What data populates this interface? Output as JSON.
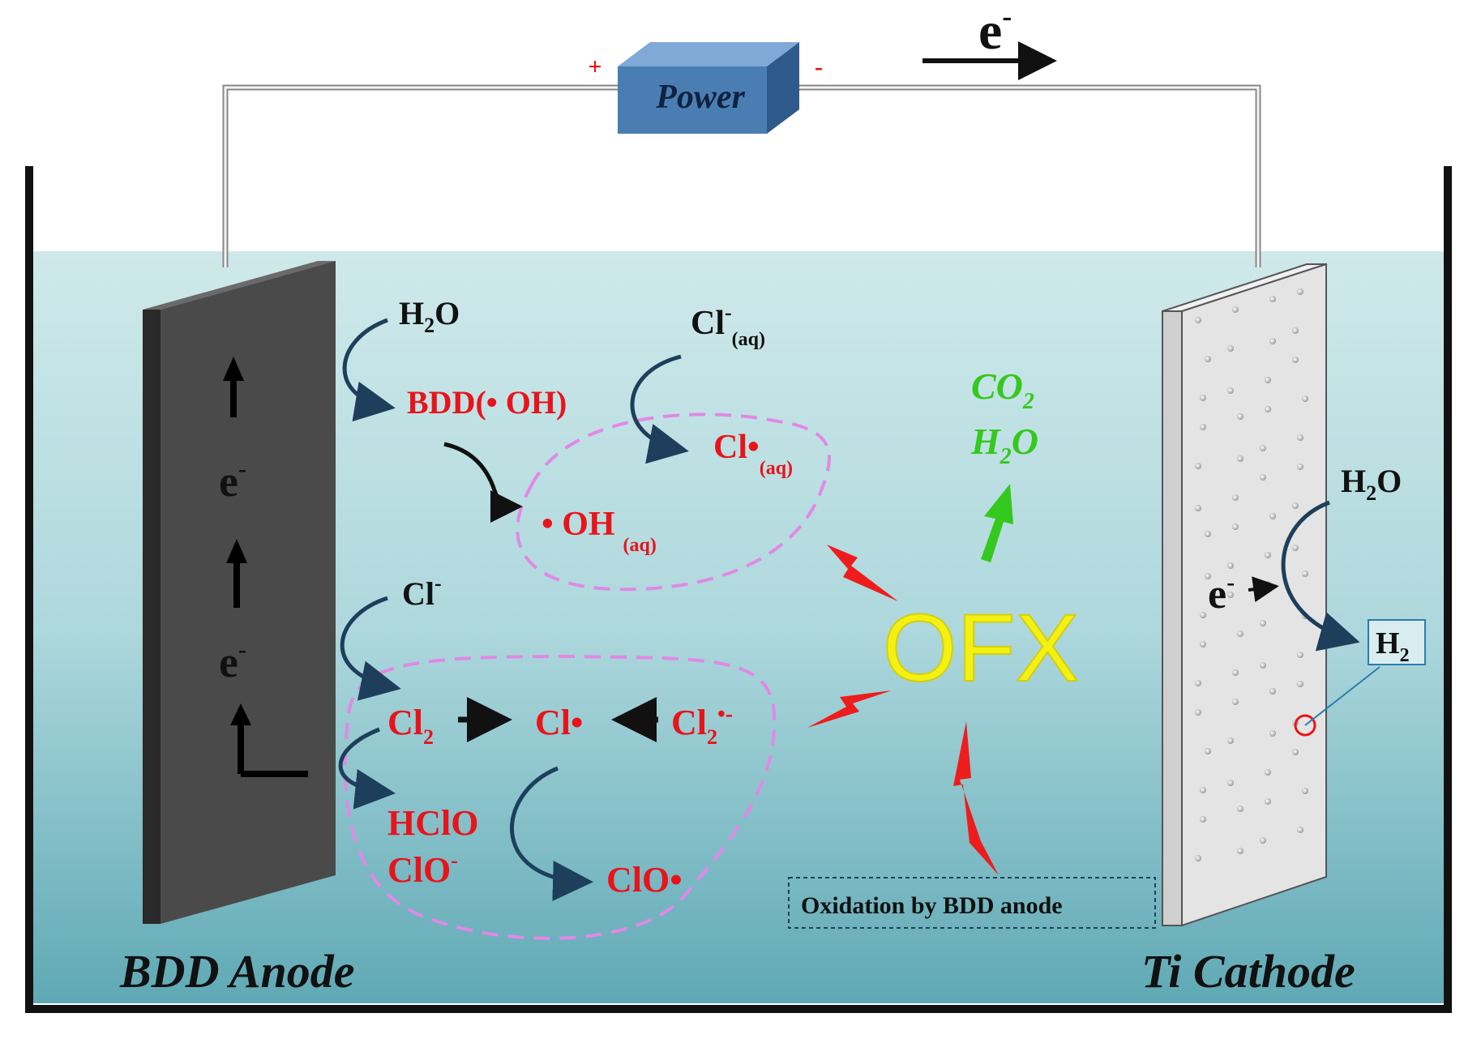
{
  "power": {
    "label": "Power",
    "plus": "+",
    "minus": "-"
  },
  "electron_flow": {
    "label": "e",
    "sup": "-"
  },
  "anode": {
    "label": "BDD Anode",
    "e_upper": "e",
    "e_lower": "e",
    "e_sup": "-"
  },
  "cathode": {
    "label": "Ti Cathode"
  },
  "anode_reactions": {
    "h2o": {
      "base": "H",
      "sub": "2",
      "rest": "O"
    },
    "bdd_oh": "BDD(• OH)",
    "cl_aq": {
      "base": "Cl",
      "sup": "-",
      "sub": "(aq)"
    },
    "cl_rad_aq": {
      "base": "Cl•",
      "sub": "(aq)"
    },
    "oh_aq": {
      "base": "• OH",
      "sub": "(aq)"
    },
    "cl_minus": {
      "base": "Cl",
      "sup": "-"
    },
    "cl2": {
      "base": "Cl",
      "sub": "2"
    },
    "cl_rad": "Cl•",
    "cl2_rad": {
      "base": "Cl",
      "sub": "2",
      "sup": "•-"
    },
    "hclo": "HClO",
    "clo_minus": {
      "base": "ClO",
      "sup": "-"
    },
    "clo_rad": "ClO•"
  },
  "products": {
    "co2": {
      "base": "CO",
      "sub": "2"
    },
    "h2o": {
      "base": "H",
      "sub": "2",
      "rest": "O"
    }
  },
  "pollutant": "OFX",
  "oxidation_box": "Oxidation by BDD anode",
  "cathode_reaction": {
    "h2o": {
      "base": "H",
      "sub": "2",
      "rest": "O"
    },
    "e": {
      "base": "e",
      "sup": "-"
    },
    "h2": {
      "base": "H",
      "sub": "2"
    }
  },
  "colors": {
    "water": "#b8dde1",
    "power_box": "#4a7eb3",
    "radical_red": "#e8141b",
    "product_green": "#35c81d",
    "pollutant_yellow": "#f4f112",
    "dashed_pink": "#e089e6"
  }
}
